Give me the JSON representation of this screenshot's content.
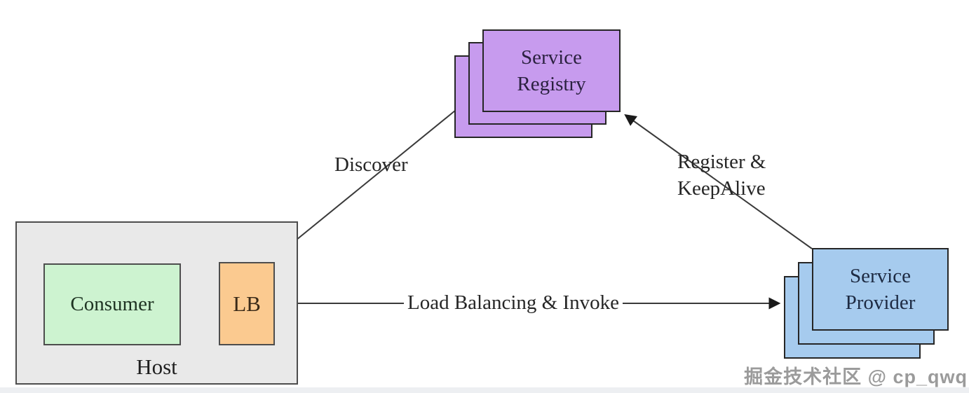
{
  "colors": {
    "registry_fill": "#c79bee",
    "provider_fill": "#a6cbee",
    "consumer_fill": "#cdf3d0",
    "lb_fill": "#fbca90",
    "host_fill": "#e9e9e9",
    "edge_line": "#3a3a3a"
  },
  "nodes": {
    "service_registry": {
      "label": "Service\nRegistry"
    },
    "service_provider": {
      "label": "Service\nProvider"
    },
    "host": {
      "label": "Host"
    },
    "consumer": {
      "label": "Consumer"
    },
    "lb": {
      "label": "LB"
    }
  },
  "edges": {
    "discover": {
      "label": "Discover",
      "from": "service_registry",
      "to": "lb"
    },
    "register_keepalive": {
      "label": "Register &\nKeepAlive",
      "from": "service_provider",
      "to": "service_registry"
    },
    "load_balancing_invoke": {
      "label": "Load Balancing & Invoke",
      "from": "lb",
      "to": "service_provider"
    },
    "consumer_to_lb": {
      "label": "",
      "from": "consumer",
      "to": "lb"
    }
  },
  "watermark": "掘金技术社区 @ cp_qwq"
}
